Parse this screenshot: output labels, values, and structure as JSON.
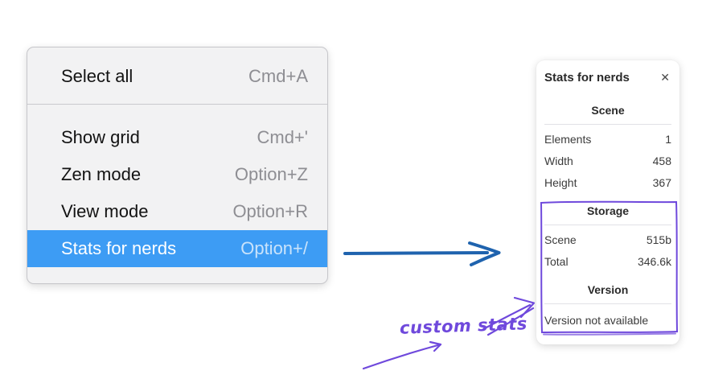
{
  "menu": {
    "groups": [
      {
        "items": [
          {
            "label": "Select all",
            "shortcut": "Cmd+A",
            "highlighted": false
          }
        ]
      },
      {
        "items": [
          {
            "label": "Show grid",
            "shortcut": "Cmd+'",
            "highlighted": false
          },
          {
            "label": "Zen mode",
            "shortcut": "Option+Z",
            "highlighted": false
          },
          {
            "label": "View mode",
            "shortcut": "Option+R",
            "highlighted": false
          },
          {
            "label": "Stats for nerds",
            "shortcut": "Option+/",
            "highlighted": true
          }
        ]
      }
    ],
    "highlight_color": "#3d9cf4"
  },
  "stats_panel": {
    "title": "Stats for nerds",
    "close_icon": "✕",
    "sections": [
      {
        "heading": "Scene",
        "rows": [
          [
            "Elements",
            "1"
          ],
          [
            "Width",
            "458"
          ],
          [
            "Height",
            "367"
          ]
        ]
      },
      {
        "heading": "Storage",
        "rows": [
          [
            "Scene",
            "515b"
          ],
          [
            "Total",
            "346.6k"
          ]
        ]
      },
      {
        "heading": "Version",
        "rows": [],
        "note": "Version not available"
      }
    ]
  },
  "annotation": {
    "label": "custom stats",
    "color": "#6f49dc"
  },
  "connector_arrow_color": "#1f63ae"
}
